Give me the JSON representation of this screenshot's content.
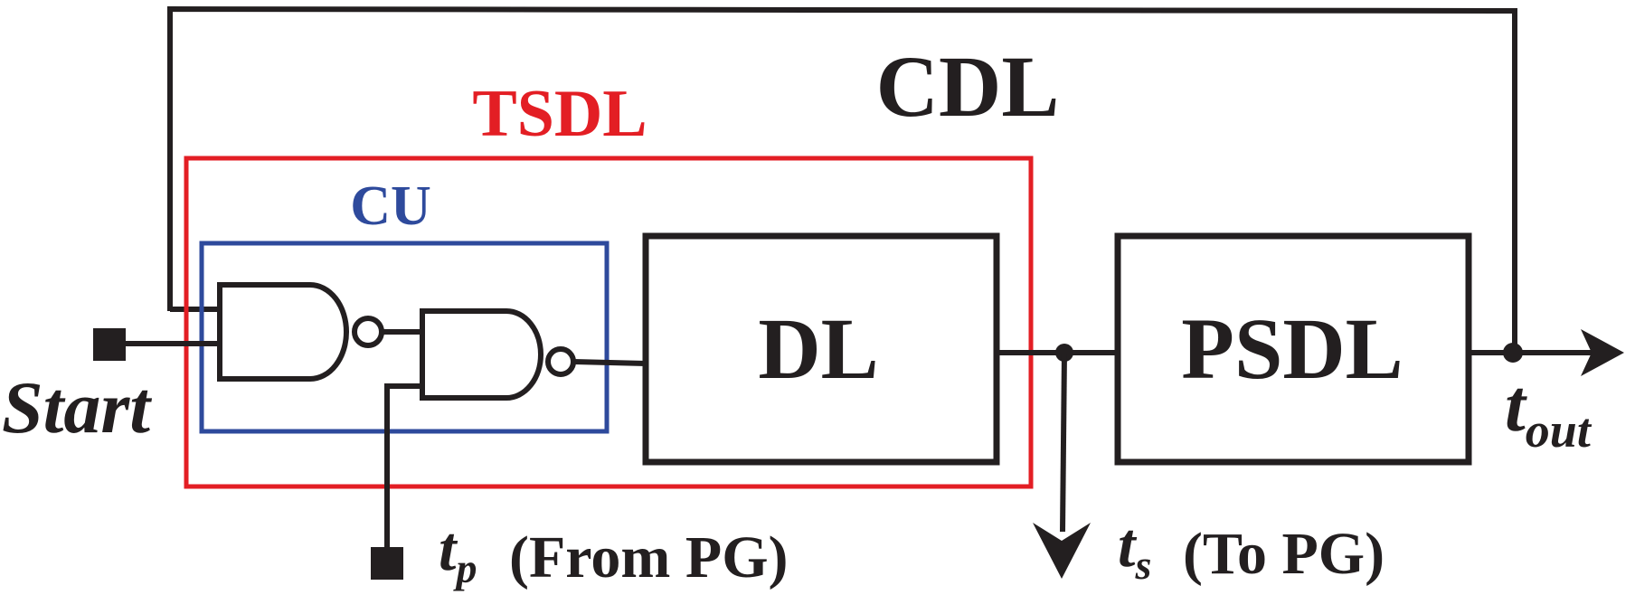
{
  "labels": {
    "cdl": "CDL",
    "tsdl": "TSDL",
    "cu": "CU",
    "dl": "DL",
    "psdl": "PSDL",
    "start": "Start",
    "tout_main": "t",
    "tout_sub": "out",
    "tp_main": "t",
    "tp_sub": "p",
    "tp_note": "(From PG)",
    "ts_main": "t",
    "ts_sub": "s",
    "ts_note": "(To PG)"
  },
  "colors": {
    "wire": "#231f20",
    "tsdl": "#e31e24",
    "cu": "#2e4a9c",
    "text": "#231f20"
  }
}
